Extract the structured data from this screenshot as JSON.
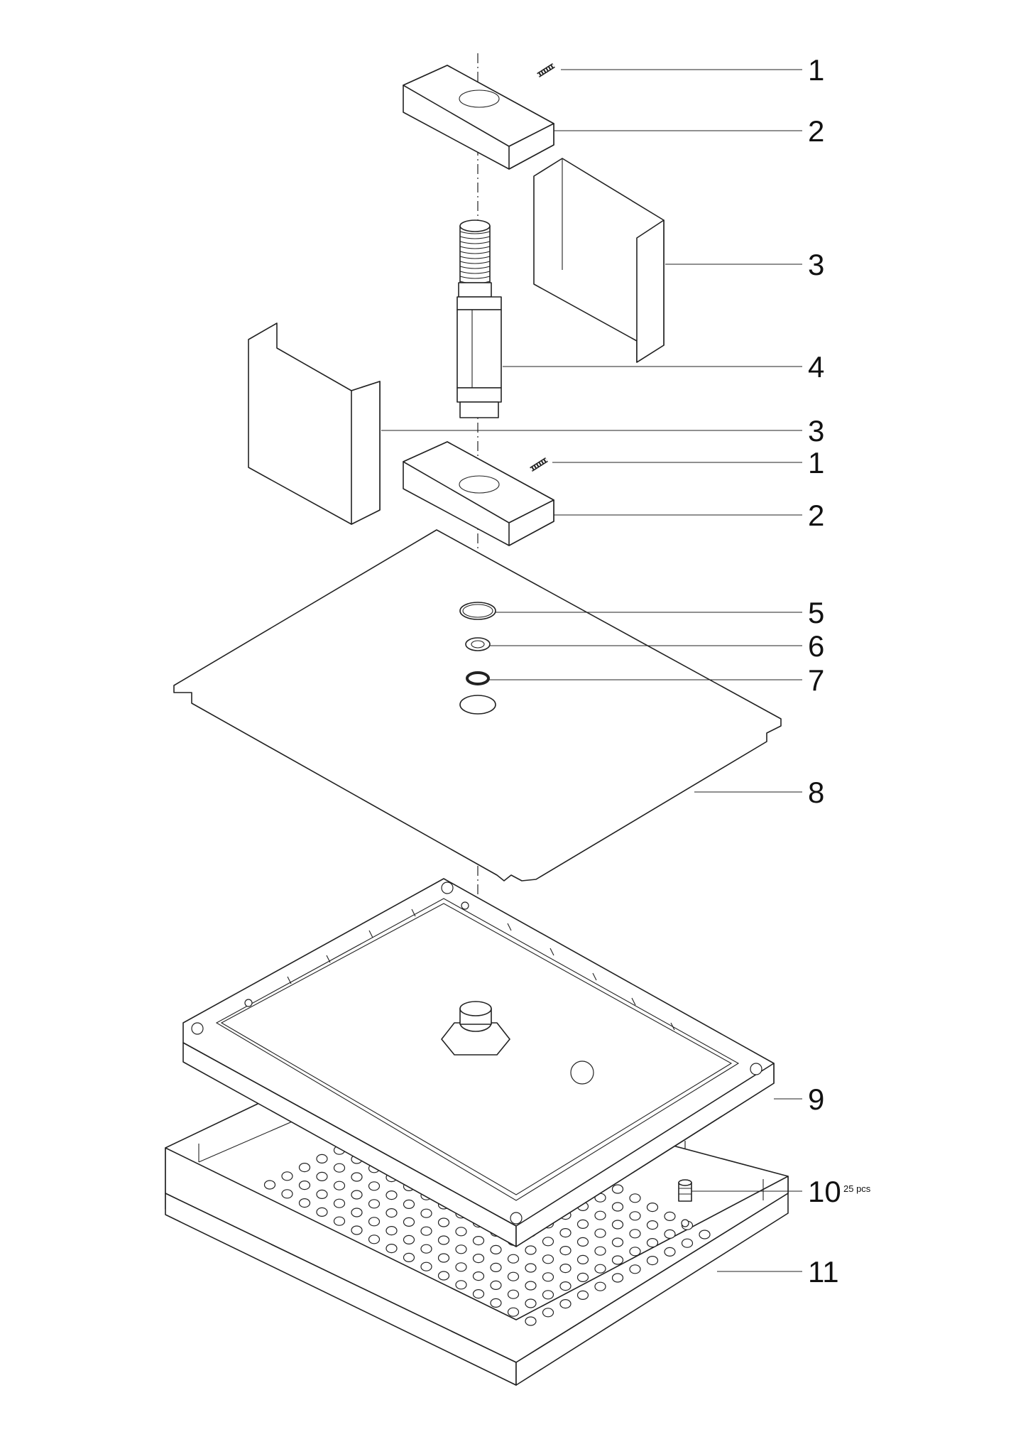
{
  "diagram": {
    "callouts": [
      {
        "number": "1"
      },
      {
        "number": "2"
      },
      {
        "number": "3"
      },
      {
        "number": "4"
      },
      {
        "number": "3"
      },
      {
        "number": "1"
      },
      {
        "number": "2"
      },
      {
        "number": "5"
      },
      {
        "number": "6"
      },
      {
        "number": "7"
      },
      {
        "number": "8"
      },
      {
        "number": "9"
      },
      {
        "number": "10",
        "qty": "25 pcs"
      },
      {
        "number": "11"
      }
    ]
  }
}
